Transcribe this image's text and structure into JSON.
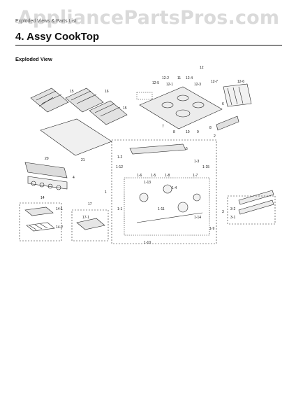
{
  "header": {
    "section_tag": "Exploded Views & Parts List",
    "title": "4.  Assy CookTop",
    "subtitle": "Exploded View"
  },
  "watermark": {
    "text": "AppliancePartsPros.com",
    "color": "#9a9a9a"
  },
  "callouts": {
    "c1": "1",
    "c1_1": "1-1",
    "c1_2": "1-2",
    "c1_3": "1-3",
    "c1_4": "1-4",
    "c1_5": "1-5",
    "c1_6": "1-6",
    "c1_7": "1-7",
    "c1_8": "1-8",
    "c1_9": "1-9",
    "c1_10": "1-10",
    "c1_11": "1-11",
    "c1_12": "1-12",
    "c1_13": "1-13",
    "c1_14": "1-14",
    "c1_15": "1-15",
    "c2": "2",
    "c3": "3",
    "c3_1": "3-1",
    "c3_2": "3-2",
    "c4": "4",
    "c5": "5",
    "c6": "6",
    "c7": "7",
    "c8": "8",
    "c9": "9",
    "c10": "10",
    "c11": "11",
    "c12": "12",
    "c12_1": "12-1",
    "c12_2": "12-2",
    "c12_3": "12-3",
    "c12_4": "12-4",
    "c12_5": "12-5",
    "c12_6": "12-6",
    "c12_7": "12-7",
    "c14": "14",
    "c14_1": "14-1",
    "c14_2": "14-2",
    "c15": "15",
    "c16": "16",
    "c17": "17",
    "c17_1": "17-1",
    "c20": "20",
    "c21": "21"
  }
}
